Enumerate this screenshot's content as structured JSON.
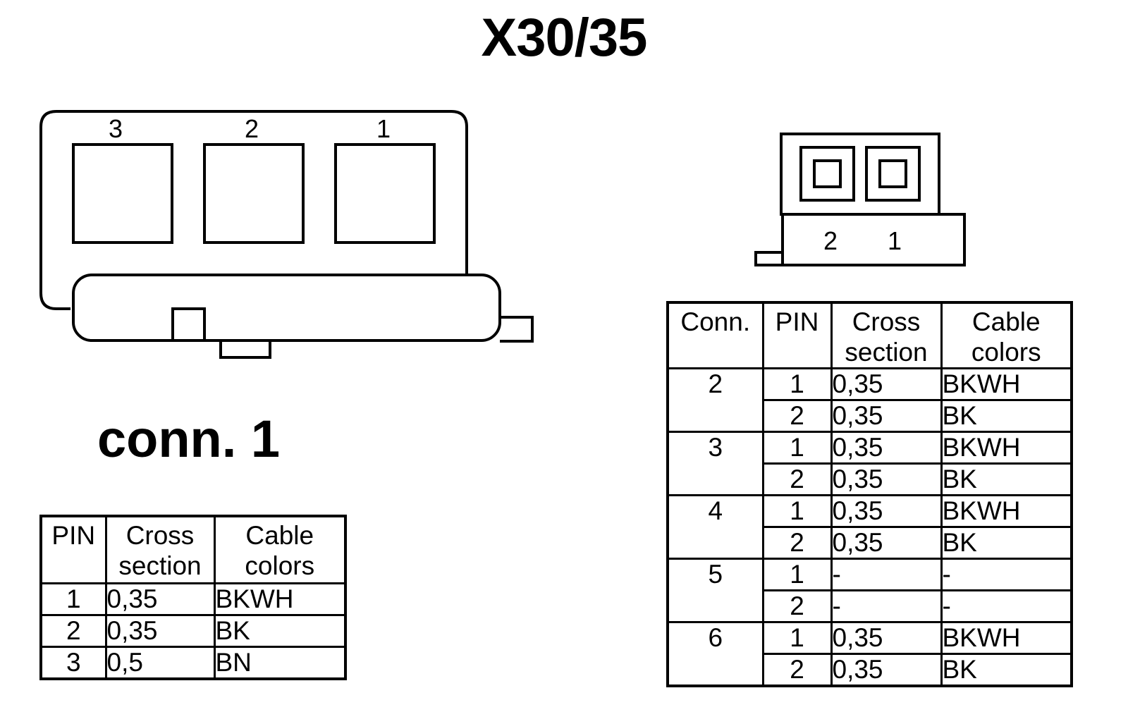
{
  "title": "X30/35",
  "connector1": {
    "label": "conn. 1",
    "pin_numbers": [
      "3",
      "2",
      "1"
    ],
    "table": {
      "headers": {
        "pin": "PIN",
        "cross_section": "Cross section",
        "cable_colors": "Cable colors"
      },
      "rows": [
        {
          "pin": "1",
          "cross_section": "0,35",
          "color": "BKWH"
        },
        {
          "pin": "2",
          "cross_section": "0,35",
          "color": "BK"
        },
        {
          "pin": "3",
          "cross_section": "0,5",
          "color": "BN"
        }
      ]
    }
  },
  "connector2": {
    "pin_numbers": [
      "2",
      "1"
    ],
    "table": {
      "headers": {
        "conn": "Conn.",
        "pin": "PIN",
        "cross_section": "Cross section",
        "cable_colors": "Cable colors"
      },
      "groups": [
        {
          "conn": "2",
          "rows": [
            {
              "pin": "1",
              "cross_section": "0,35",
              "color": "BKWH"
            },
            {
              "pin": "2",
              "cross_section": "0,35",
              "color": "BK"
            }
          ]
        },
        {
          "conn": "3",
          "rows": [
            {
              "pin": "1",
              "cross_section": "0,35",
              "color": "BKWH"
            },
            {
              "pin": "2",
              "cross_section": "0,35",
              "color": "BK"
            }
          ]
        },
        {
          "conn": "4",
          "rows": [
            {
              "pin": "1",
              "cross_section": "0,35",
              "color": "BKWH"
            },
            {
              "pin": "2",
              "cross_section": "0,35",
              "color": "BK"
            }
          ]
        },
        {
          "conn": "5",
          "rows": [
            {
              "pin": "1",
              "cross_section": "-",
              "color": "-"
            },
            {
              "pin": "2",
              "cross_section": "-",
              "color": "-"
            }
          ]
        },
        {
          "conn": "6",
          "rows": [
            {
              "pin": "1",
              "cross_section": "0,35",
              "color": "BKWH"
            },
            {
              "pin": "2",
              "cross_section": "0,35",
              "color": "BK"
            }
          ]
        }
      ]
    }
  }
}
